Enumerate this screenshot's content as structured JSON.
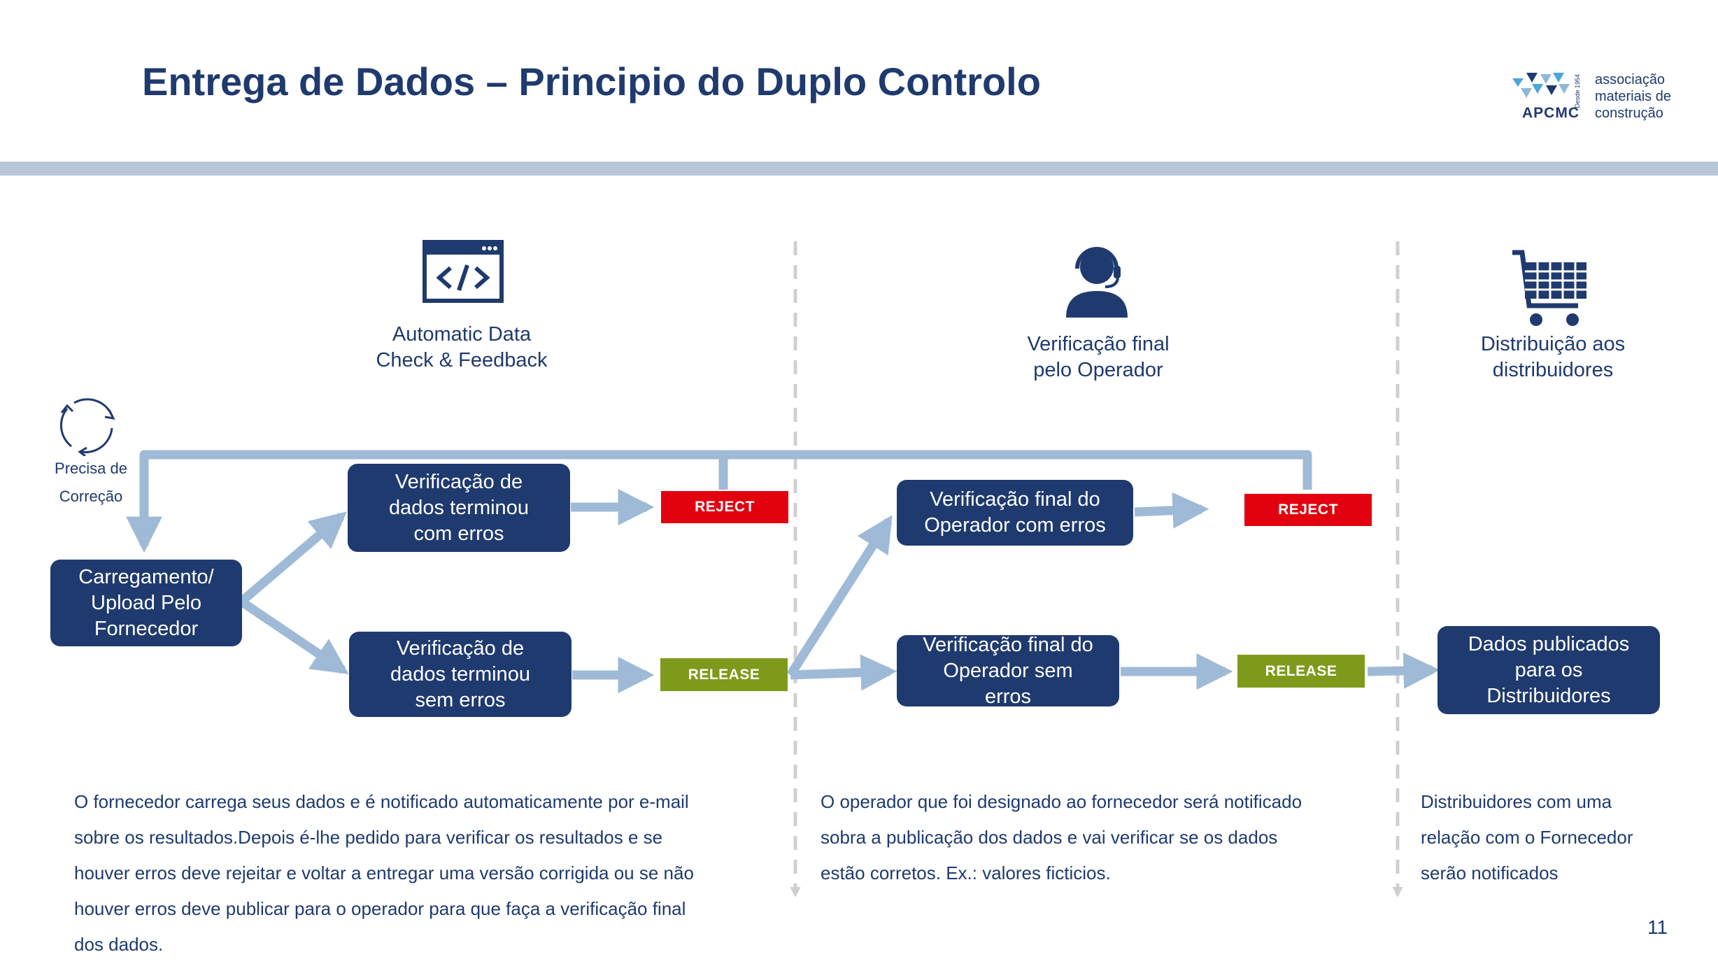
{
  "header": {
    "title": "Entrega de Dados – Principio do Duplo Controlo",
    "logo": {
      "lines": [
        "associação",
        "materiais de",
        "construção"
      ],
      "brand": "APCMC",
      "since": "Desde 1954"
    }
  },
  "columns": {
    "automatic": {
      "icon": "code-window-icon",
      "label_line1": "Automatic Data",
      "label_line2": "Check & Feedback"
    },
    "operator": {
      "icon": "operator-headset-icon",
      "label_line1": "Verificação final",
      "label_line2": "pelo Operador"
    },
    "distribution": {
      "icon": "shopping-cart-icon",
      "label_line1": "Distribuição aos",
      "label_line2": "distribuidores"
    }
  },
  "correction": {
    "icon": "cycle-arrows-icon",
    "line1": "Precisa de",
    "line2": "Correção"
  },
  "nodes": {
    "upload": {
      "line1": "Carregamento/",
      "line2": "Upload Pelo",
      "line3": "Fornecedor"
    },
    "check_errors": {
      "line1": "Verificação de",
      "line2": "dados terminou",
      "line3": "com erros"
    },
    "check_ok": {
      "line1": "Verificação de",
      "line2": "dados terminou",
      "line3": "sem erros"
    },
    "operator_errors": {
      "line1": "Verificação final do",
      "line2": "Operador com erros"
    },
    "operator_ok": {
      "line1": "Verificação final do",
      "line2": "Operador sem",
      "line3": "erros"
    },
    "published": {
      "line1": "Dados publicados",
      "line2": "para os",
      "line3": "Distribuidores"
    }
  },
  "tags": {
    "reject1": "REJECT",
    "release1": "RELEASE",
    "reject2": "REJECT",
    "release2": "RELEASE"
  },
  "colors": {
    "navy": "#1f3a6e",
    "arrow": "#9fbad6",
    "reject": "#e3000f",
    "release": "#7f9a1a",
    "divider": "#d0d0d0"
  },
  "descriptions": {
    "supplier": {
      "line1": "O fornecedor carrega seus dados e é notificado automaticamente por e-mail",
      "line2": "sobre os resultados.Depois é-lhe pedido para verificar os resultados e se",
      "line3": "houver erros deve rejeitar e voltar a entregar uma versão corrigida ou se não",
      "line4": "houver erros deve publicar para o operador para que faça a verificação final",
      "line5": "dos dados."
    },
    "operator": {
      "line1": "O operador que foi designado ao fornecedor será notificado",
      "line2": "sobra a publicação dos dados e vai verificar se os dados",
      "line3": "estão corretos. Ex.: valores ficticios."
    },
    "distributors": {
      "line1": "Distribuidores com uma",
      "line2": "relação com o Fornecedor",
      "line3": "serão notificados"
    }
  },
  "page_number": "11"
}
